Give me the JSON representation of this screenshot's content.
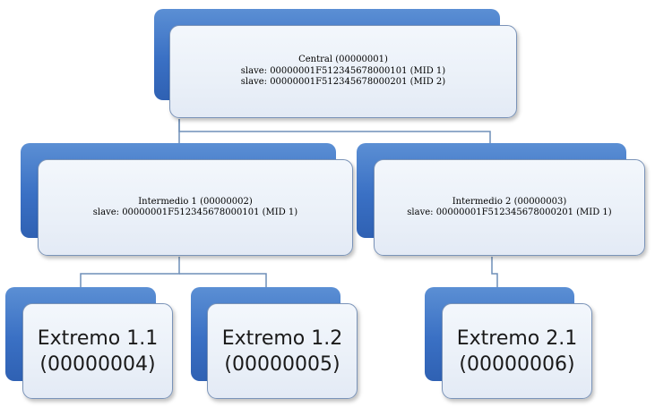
{
  "nodes": {
    "central": {
      "title": "Central (00000001)",
      "line2": "slave:  00000001F512345678000101 (MID 1)",
      "line3": "slave: 00000001F512345678000201 (MID 2)"
    },
    "intermedio1": {
      "title": "Intermedio 1 (00000002)",
      "line2": "slave: 00000001F512345678000101 (MID 1)"
    },
    "intermedio2": {
      "title": "Intermedio 2 (00000003)",
      "line2": "slave: 00000001F512345678000201 (MID 1)"
    },
    "extremo11": {
      "title": "Extremo 1.1",
      "id": "(00000004)"
    },
    "extremo12": {
      "title": "Extremo 1.2",
      "id": "(00000005)"
    },
    "extremo21": {
      "title": "Extremo 2.1",
      "id": "(00000006)"
    }
  },
  "colors": {
    "tab": "#3a70c4",
    "card_fill": "#eaf0f8",
    "card_border": "#7a93b8",
    "connector": "#6f8fb8"
  }
}
